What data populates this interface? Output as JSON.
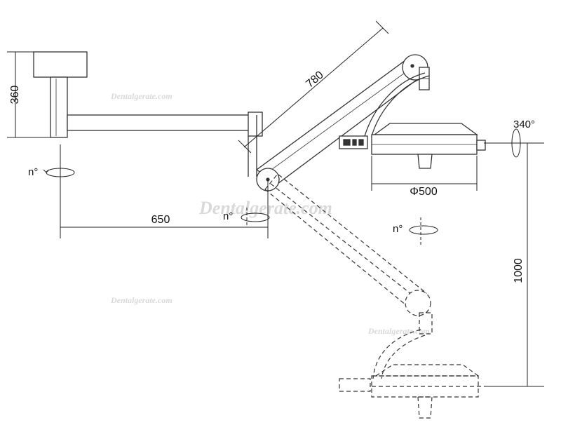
{
  "dimensions": {
    "ceiling_height": "360",
    "arm_length": "780",
    "horizontal_reach": "650",
    "lamp_diameter": "Φ500",
    "vertical_travel": "1000"
  },
  "rotations": {
    "ceiling_axis": "n°",
    "elbow_axis": "n°",
    "lamp_axis": "n°",
    "head_rotation": "340°"
  },
  "watermarks": {
    "small": "Dentalgerate.com",
    "large": "Dentalgerate.com"
  },
  "colors": {
    "line": "#333333",
    "dim_line": "#222222",
    "watermark": "#d9d9d9"
  }
}
